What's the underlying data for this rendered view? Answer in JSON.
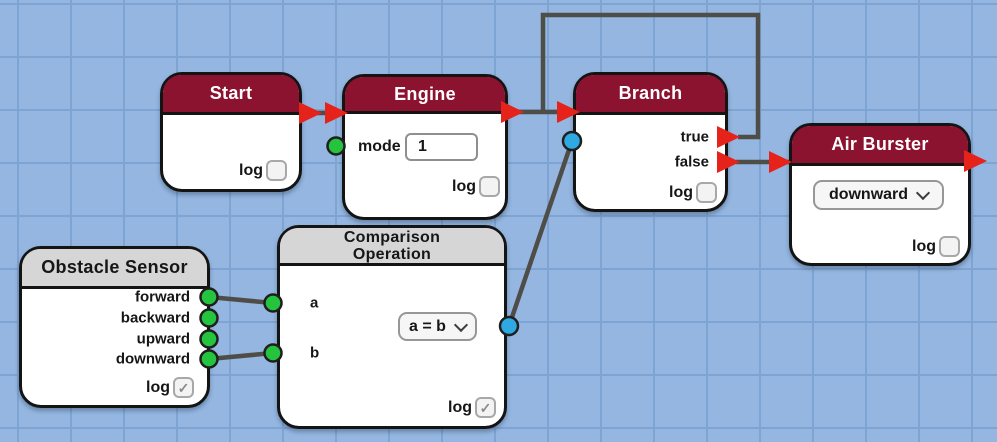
{
  "editor": {
    "background_color": "#94b6e0",
    "grid_color": "#7ea4d3",
    "wire_color": "#4f4d48",
    "flow_arrow_color": "#e6231a",
    "value_port_color": "#25c43e",
    "condition_port_color": "#2fa9e1",
    "action_header_color": "#8c1330",
    "data_header_color": "#d6d6d6"
  },
  "nodes": {
    "start": {
      "title": "Start",
      "log_label": "log",
      "log_checked": false
    },
    "engine": {
      "title": "Engine",
      "mode_label": "mode",
      "mode_value": "1",
      "log_label": "log",
      "log_checked": false
    },
    "branch": {
      "title": "Branch",
      "output_true": "true",
      "output_false": "false",
      "log_label": "log",
      "log_checked": false
    },
    "air_burster": {
      "title": "Air Burster",
      "direction_value": "downward",
      "log_label": "log",
      "log_checked": false
    },
    "obstacle_sensor": {
      "title": "Obstacle Sensor",
      "outputs": [
        "forward",
        "backward",
        "upward",
        "downward"
      ],
      "log_label": "log",
      "log_checked": true
    },
    "comparison_operation": {
      "title_line1": "Comparison",
      "title_line2": "Operation",
      "input_a": "a",
      "input_b": "b",
      "operator_value": "a = b",
      "log_label": "log",
      "log_checked": true
    }
  }
}
